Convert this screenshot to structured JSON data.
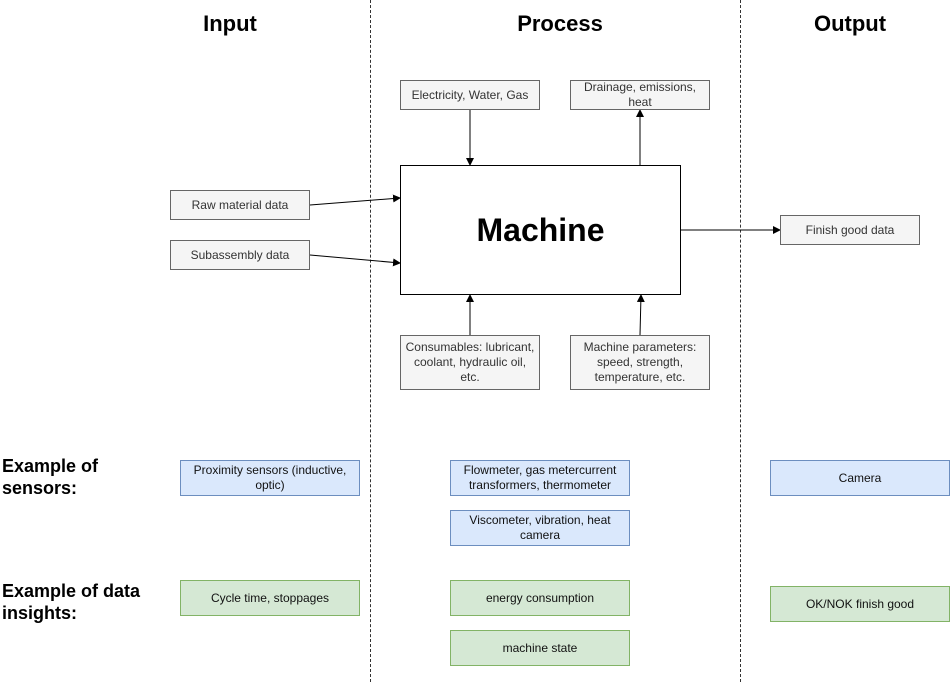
{
  "headers": {
    "input": "Input",
    "process": "Process",
    "output": "Output"
  },
  "machine": "Machine",
  "inputs": {
    "raw_material": "Raw material data",
    "subassembly": "Subassembly data"
  },
  "process_top": {
    "utilities": "Electricity, Water, Gas",
    "drainage": "Drainage, emissions, heat"
  },
  "process_bottom": {
    "consumables": "Consumables: lubricant, coolant, hydraulic oil, etc.",
    "parameters": "Machine parameters: speed, strength, temperature, etc."
  },
  "output": {
    "finish_good": "Finish good data"
  },
  "sensors": {
    "label": "Example of sensors:",
    "input": "Proximity sensors (inductive, optic)",
    "process_1": "Flowmeter, gas metercurrent transformers, thermometer",
    "process_2": "Viscometer, vibration, heat camera",
    "output": "Camera"
  },
  "insights": {
    "label": "Example of data insights:",
    "input": "Cycle time, stoppages",
    "process_1": "energy consumption",
    "process_2": "machine state",
    "output": "OK/NOK finish good"
  }
}
